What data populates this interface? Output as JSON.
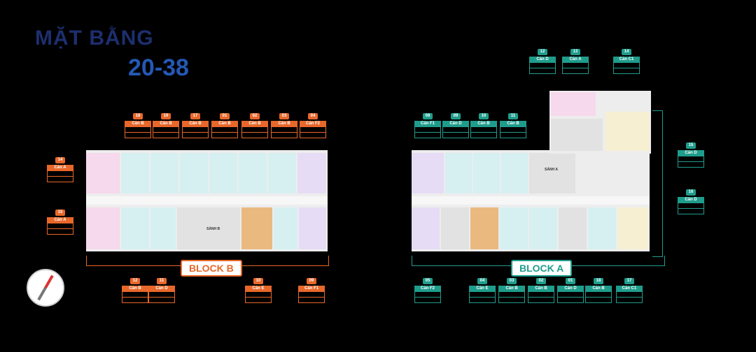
{
  "header": {
    "title": "MẶT BẰNG",
    "floors": "20-38"
  },
  "block_b": {
    "label": "BLOCK B",
    "hall": "SẢNH B",
    "top_units": [
      {
        "no": "18",
        "name": "Căn B"
      },
      {
        "no": "19",
        "name": "Căn B"
      },
      {
        "no": "17",
        "name": "Căn B"
      },
      {
        "no": "01",
        "name": "Căn B"
      },
      {
        "no": "02",
        "name": "Căn B"
      },
      {
        "no": "03",
        "name": "Căn B"
      },
      {
        "no": "04",
        "name": "Căn F2"
      }
    ],
    "left_units": [
      {
        "no": "14",
        "name": "Căn A"
      },
      {
        "no": "15",
        "name": "Căn A"
      }
    ],
    "bottom_units": [
      {
        "no": "12",
        "name": "Căn B"
      },
      {
        "no": "11",
        "name": "Căn D"
      },
      {
        "no": "10",
        "name": "Căn E"
      },
      {
        "no": "09",
        "name": "Căn F1"
      }
    ]
  },
  "block_a": {
    "label": "BLOCK A",
    "hall": "SẢNH A",
    "top_units": [
      {
        "no": "08",
        "name": "Căn F1"
      },
      {
        "no": "09",
        "name": "Căn D"
      },
      {
        "no": "10",
        "name": "Căn B"
      },
      {
        "no": "11",
        "name": "Căn B"
      }
    ],
    "tower_units": [
      {
        "no": "12",
        "name": "Căn D"
      },
      {
        "no": "13",
        "name": "Căn A"
      },
      {
        "no": "14",
        "name": "Căn C1"
      }
    ],
    "right_units": [
      {
        "no": "15",
        "name": "Căn D"
      },
      {
        "no": "16",
        "name": "Căn D"
      }
    ],
    "bottom_units": [
      {
        "no": "05",
        "name": "Căn F2"
      },
      {
        "no": "04",
        "name": "Căn E"
      },
      {
        "no": "03",
        "name": "Căn B"
      },
      {
        "no": "02",
        "name": "Căn B"
      },
      {
        "no": "01",
        "name": "Căn D"
      },
      {
        "no": "18",
        "name": "Căn B"
      },
      {
        "no": "17",
        "name": "Căn C1"
      }
    ]
  },
  "colors": {
    "block_b": "#e8672a",
    "block_a": "#1f9d8c",
    "title": "#1d2f6e",
    "floors": "#2458b4"
  }
}
